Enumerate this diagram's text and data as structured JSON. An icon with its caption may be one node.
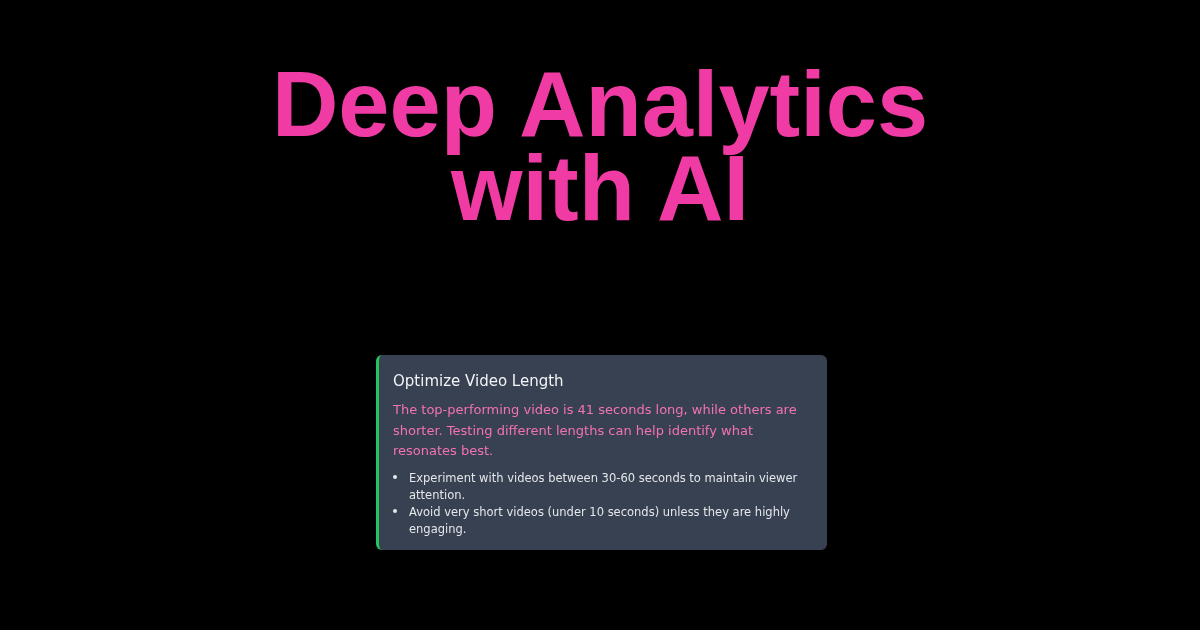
{
  "diagram": {
    "title": "Deep Analytics with AI",
    "nodes": [
      {
        "text": [
          "Optimize Video Length",
          "The top-performing video is 41 seconds long, while others are shorter. Testing different lengths can help identify what resonates best.",
          "Experiment with videos between 30-60 seconds to maintain viewer attention.",
          "Avoid very short videos (under 10 seconds) unless they are highly engaging."
        ]
      }
    ]
  }
}
